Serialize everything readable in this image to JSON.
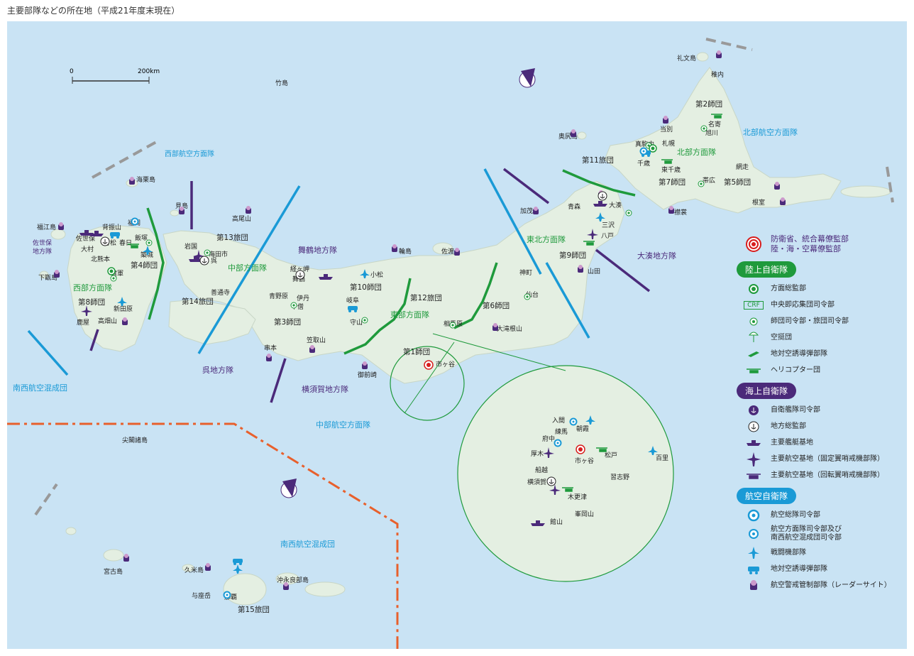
{
  "title": "主要部隊などの所在地（平成21年度末現在）",
  "scale": {
    "zero": "0",
    "max": "200km"
  },
  "colors": {
    "sea": "#c9e3f4",
    "land": "#e4efe2",
    "ground": "#1f9a3c",
    "maritime": "#4b2a7a",
    "air": "#1a9ad6",
    "border": "#e8602c",
    "hq": "#d81d1d"
  },
  "regions": {
    "hokubu": "北部航空方面隊",
    "seibu_air": "西部航空方面隊",
    "chubu_air": "中部航空方面隊",
    "nansei": "南西航空混成団",
    "nansei2": "南西航空混成団",
    "north_army": "北部方面隊",
    "northeast_army": "東北方面隊",
    "east_army": "東部方面隊",
    "middle_army": "中部方面隊",
    "west_army": "西部方面隊",
    "ominato": "大湊地方隊",
    "maizuru": "舞鶴地方隊",
    "yokosuka": "横須賀地方隊",
    "kure": "呉地方隊",
    "sasebo": "佐世保\n地方隊"
  },
  "places": {
    "rebun": "礼文島",
    "wakkanai": "稚内",
    "d2": "第2師団",
    "nayoro": "名寄",
    "asahikawa": "旭川",
    "tobetsu": "当別",
    "okushiri": "奥尻島",
    "makomanai": "真駒内",
    "sapporo": "札幌",
    "chitose": "千歳",
    "higashichitose": "東千歳",
    "b11": "第11旅団",
    "d7": "第7師団",
    "obihiro": "帯広",
    "d5": "第5師団",
    "abashiri": "網走",
    "nemuro": "根室",
    "erimo": "襟裳",
    "ominatocity": "大湊",
    "aomori": "青森",
    "misawa": "三沢",
    "hachinohe": "八戸",
    "kamo": "加茂",
    "d9": "第9師団",
    "yamada": "山田",
    "jinmachi": "神町",
    "sendai": "仙台",
    "d6": "第6師団",
    "otakine": "大滝根山",
    "sado": "佐渡",
    "wajima": "輪島",
    "komatsu": "小松",
    "d10": "第10師団",
    "gifu": "岐阜",
    "moriyama": "守山",
    "b12": "第12旅団",
    "soumagahara": "相馬原",
    "d1": "第1師団",
    "ichigaya": "市ヶ谷",
    "omaezaki": "御前崎",
    "kyogamisaki": "経ヶ岬",
    "maizurucity": "舞鶴",
    "itami": "伊丹",
    "aonohara": "青野原",
    "senzo": "千僧",
    "d3": "第3師団",
    "kasatoriyama": "笠取山",
    "kushimoto": "串本",
    "takao": "高尾山",
    "b13": "第13旅団",
    "iwakuni": "岩国",
    "kaita": "海田市",
    "kure": "呉",
    "zentsuji": "善通寺",
    "b14": "第14旅団",
    "mishima": "見島",
    "unishima": "海栗島",
    "fukue": "福江島",
    "sefuri": "背振山",
    "fukuoka": "福岡",
    "sasebo": "佐世保",
    "chikujo": "築城",
    "omura": "大村",
    "takematsu": "竹松",
    "kasuga": "春日",
    "iizuka": "飯塚",
    "d4": "第4師団",
    "kitakumamoto": "北熊本",
    "kengun": "健軍",
    "shimokoshiki": "下甑島",
    "d8": "第8師団",
    "nyutabaru": "新田原",
    "kanoya": "鹿屋",
    "takahatayama": "高畑山",
    "takeshima": "竹島",
    "senkaku": "尖閣諸島",
    "miyako": "宮古島",
    "kume": "久米島",
    "yonaguni": "与座岳",
    "naha": "那覇",
    "okinoerabu": "沖永良部島",
    "b15": "第15旅団",
    "iruma": "入間",
    "asaka": "朝霞",
    "nerima": "練馬",
    "fuchu": "府中",
    "atsugi": "厚木",
    "ichigaya2": "市ヶ谷",
    "matsudo": "松戸",
    "hyakuri": "百里",
    "narashino": "習志野",
    "funakoshi": "船越",
    "yokosukacity": "横須賀",
    "kisarazu": "木更津",
    "mineokayama": "峯岡山",
    "tateyama": "館山"
  },
  "legend": {
    "hq_label": "防衛省、統合幕僚監部\n陸・海・空幕僚監部",
    "gsdf": "陸上自衛隊",
    "gsdf_items": [
      "方面総監部",
      "中央即応集団司令部",
      "師団司令部・旅団司令部",
      "空挺団",
      "地対空誘導弾部隊",
      "ヘリコプター団"
    ],
    "crf": "CRF",
    "msdf": "海上自衛隊",
    "msdf_items": [
      "自衛艦隊司令部",
      "地方総監部",
      "主要艦艇基地",
      "主要航空基地（固定翼哨戒機部隊）",
      "主要航空基地（回転翼哨戒機部隊）"
    ],
    "asdf": "航空自衛隊",
    "asdf_items": [
      "航空総隊司令部",
      "航空方面隊司令部及び\n南西航空混成団司令部",
      "戦闘機部隊",
      "地対空誘導弾部隊",
      "航空警戒管制部隊（レーダーサイト）"
    ]
  }
}
